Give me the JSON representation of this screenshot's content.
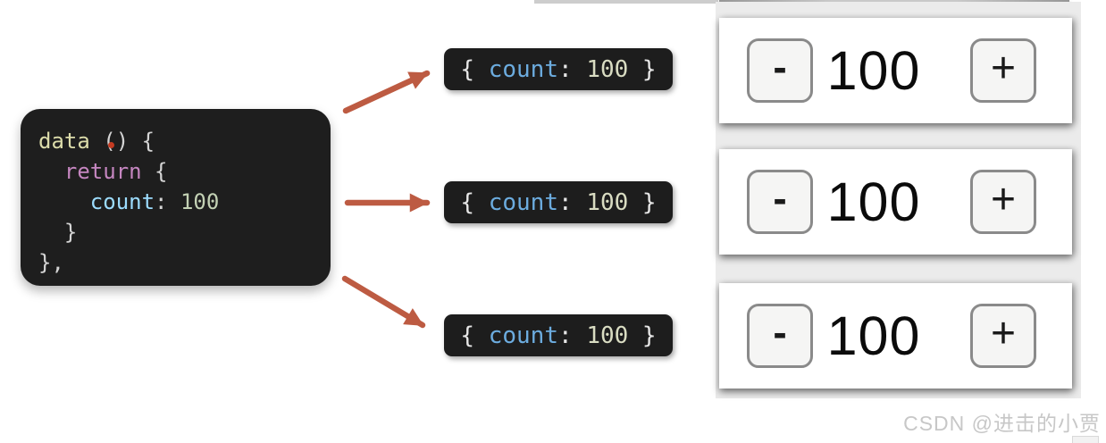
{
  "colors": {
    "code_background": "#1e1e1e",
    "keyword_yellow": "#dcdcaa",
    "keyword_pink": "#c586c0",
    "property_blue_code": "#9cdcfe",
    "property_blue_badge": "#6cacdf",
    "number_green": "#c3d1b4",
    "badge_number": "#d9dcc2",
    "punctuation": "#d4d4d4",
    "arrow": "#bd5b42",
    "error_dot": "#c43b22",
    "watermark_gray": "#c7c7c7"
  },
  "code_block": {
    "line1": {
      "keyword": "data",
      "rest": " () {"
    },
    "line2": {
      "lead": "  ",
      "keyword": "return",
      "rest": " {"
    },
    "line3": {
      "lead": "    ",
      "property": "count",
      "colon": ": ",
      "value": "100"
    },
    "line4": "  }",
    "line5": "},"
  },
  "badges": [
    {
      "open": "{ ",
      "property": "count",
      "colon": ": ",
      "value": "100",
      "close": " }"
    },
    {
      "open": "{ ",
      "property": "count",
      "colon": ": ",
      "value": "100",
      "close": " }"
    },
    {
      "open": "{ ",
      "property": "count",
      "colon": ": ",
      "value": "100",
      "close": " }"
    }
  ],
  "counters": [
    {
      "minus_label": "-",
      "value": "100",
      "plus_label": "+"
    },
    {
      "minus_label": "-",
      "value": "100",
      "plus_label": "+"
    },
    {
      "minus_label": "-",
      "value": "100",
      "plus_label": "+"
    }
  ],
  "watermark": "CSDN @进击的小贾"
}
